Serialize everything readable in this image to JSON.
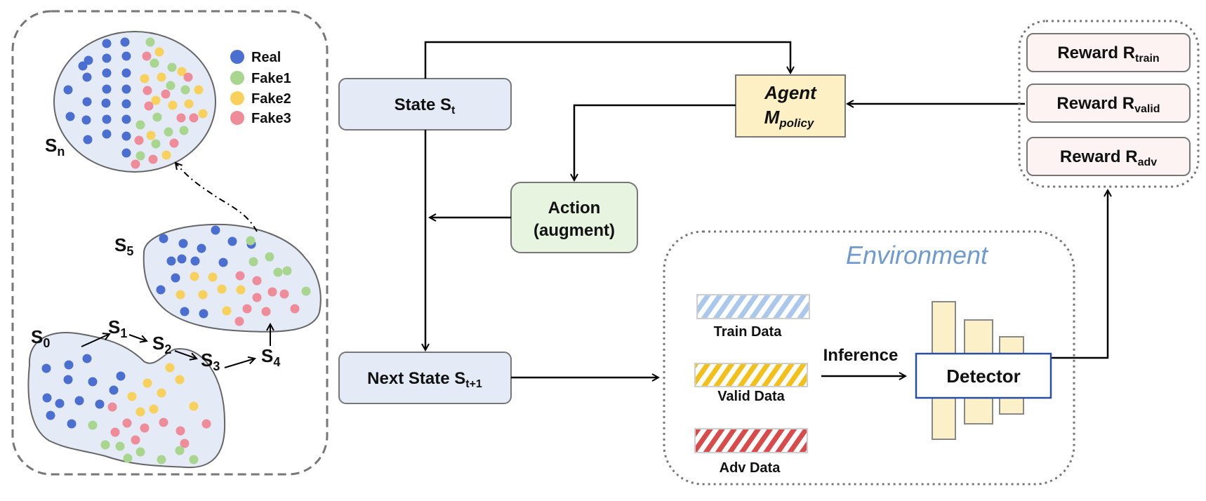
{
  "state_evolution": {
    "legend": [
      {
        "label": "Real",
        "color": "#4a6fd0"
      },
      {
        "label": "Fake1",
        "color": "#a8d68f"
      },
      {
        "label": "Fake2",
        "color": "#f8d15c"
      },
      {
        "label": "Fake3",
        "color": "#ee8c9a"
      }
    ],
    "states": [
      {
        "main": "S",
        "sub": "0"
      },
      {
        "main": "S",
        "sub": "1"
      },
      {
        "main": "S",
        "sub": "2"
      },
      {
        "main": "S",
        "sub": "3"
      },
      {
        "main": "S",
        "sub": "4"
      },
      {
        "main": "S",
        "sub": "5"
      },
      {
        "main": "S",
        "sub": "n"
      }
    ]
  },
  "flow": {
    "state": {
      "main": "State S",
      "sub": "t"
    },
    "next_state": {
      "main": "Next State S",
      "sub": "t+1"
    },
    "action": {
      "line1": "Action",
      "line2": "(augment)"
    },
    "agent": {
      "line1": "Agent",
      "line2_main": "M",
      "line2_sub": "policy"
    }
  },
  "rewards": [
    {
      "main": "Reward R",
      "sub": "train"
    },
    {
      "main": "Reward R",
      "sub": "valid"
    },
    {
      "main": "Reward R",
      "sub": "adv"
    }
  ],
  "environment": {
    "title": "Environment",
    "datasets": [
      {
        "label": "Train Data",
        "color": "#a9c8ec"
      },
      {
        "label": "Valid Data",
        "color": "#f3c01a"
      },
      {
        "label": "Adv Data",
        "color": "#d94a4a"
      }
    ],
    "inference_label": "Inference",
    "detector_label": "Detector"
  },
  "colors": {
    "state_fill": "#e4eaf6",
    "action_fill": "#e6f4e0",
    "agent_fill": "#fdf0c4",
    "reward_fill": "#fdf3f2",
    "detector_bar_fill": "#fcf0c8",
    "detector_border": "#2b4fa0",
    "environment_title": "#6d9bd1"
  }
}
